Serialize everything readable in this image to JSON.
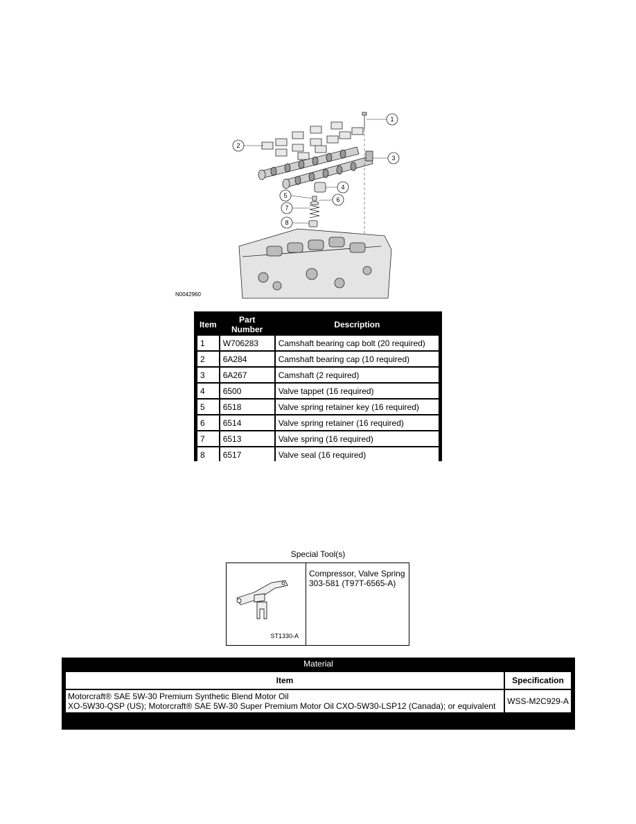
{
  "diagram": {
    "figure_id": "N0042960",
    "callouts": [
      "1",
      "2",
      "3",
      "4",
      "5",
      "6",
      "7",
      "8"
    ]
  },
  "parts_table": {
    "headers": [
      "Item",
      "Part Number",
      "Description"
    ],
    "rows": [
      [
        "1",
        "W706283",
        "Camshaft bearing cap bolt (20 required)"
      ],
      [
        "2",
        "6A284",
        "Camshaft bearing cap (10 required)"
      ],
      [
        "3",
        "6A267",
        "Camshaft (2 required)"
      ],
      [
        "4",
        "6500",
        "Valve tappet (16 required)"
      ],
      [
        "5",
        "6518",
        "Valve spring retainer key (16 required)"
      ],
      [
        "6",
        "6514",
        "Valve spring retainer (16 required)"
      ],
      [
        "7",
        "6513",
        "Valve spring (16 required)"
      ],
      [
        "8",
        "6517",
        "Valve seal (16 required)"
      ]
    ]
  },
  "special_tools": {
    "caption": "Special Tool(s)",
    "image_code": "ST1330-A",
    "name": "Compressor, Valve Spring",
    "number": "303-581 (T97T-6565-A)"
  },
  "material": {
    "title": "Material",
    "headers": [
      "Item",
      "Specification"
    ],
    "item_line1": "Motorcraft® SAE 5W-30 Premium Synthetic Blend Motor Oil",
    "item_line2": "XO-5W30-QSP (US); Motorcraft® SAE 5W-30 Super Premium Motor Oil CXO-5W30-LSP12 (Canada); or equivalent",
    "specification": "WSS-M2C929-A"
  }
}
